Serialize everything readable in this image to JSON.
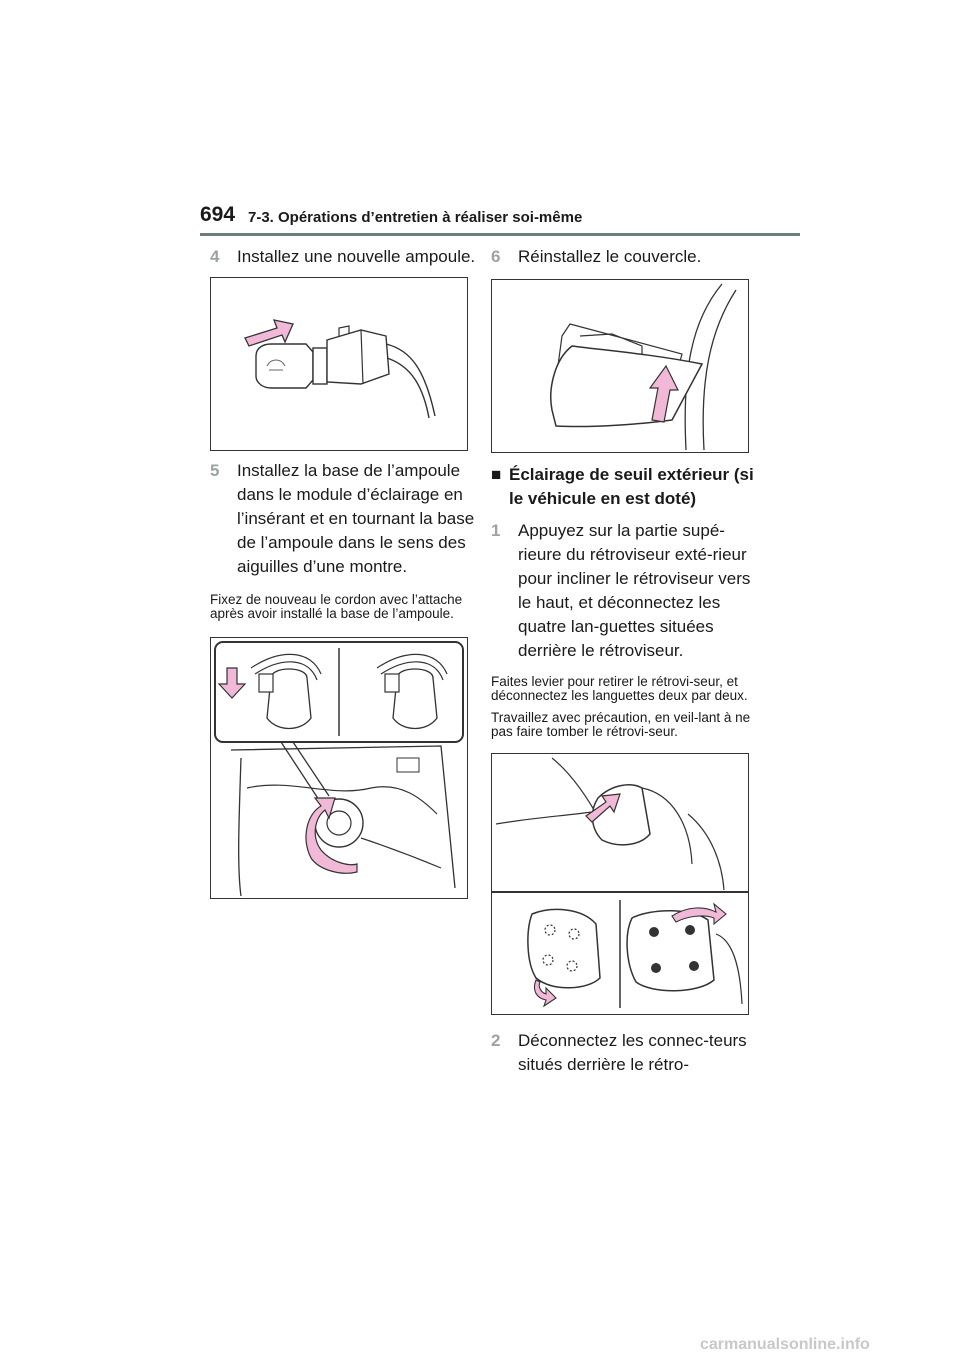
{
  "header": {
    "page_number": "694",
    "section_title": "7-3. Opérations d’entretien à réaliser soi-même"
  },
  "left": {
    "step4": {
      "num": "4",
      "text": "Installez une nouvelle ampoule."
    },
    "step5": {
      "num": "5",
      "text": "Installez la base de l’ampoule dans le module d’éclairage en l’insérant et en tournant la base de l’ampoule dans le sens des aiguilles d’une montre."
    },
    "note": "Fixez de nouveau le cordon avec l’attache après avoir installé la base de l’ampoule."
  },
  "right": {
    "step6": {
      "num": "6",
      "text": "Réinstallez le couvercle."
    },
    "heading": {
      "bullet": "■",
      "text": "Éclairage de seuil extérieur (si le véhicule en est doté)"
    },
    "step1": {
      "num": "1",
      "text": "Appuyez sur la partie supé-rieure du rétroviseur exté-rieur pour incliner le rétroviseur vers le haut, et déconnectez les quatre lan-guettes situées derrière le rétroviseur."
    },
    "note1": "Faites levier pour retirer le rétrovi-seur, et déconnectez les languettes deux par deux.",
    "note2": "Travaillez avec précaution, en veil-lant à ne pas faire tomber le rétrovi-seur.",
    "step2": {
      "num": "2",
      "text": "Déconnectez les connec-teurs situés derrière le rétro-"
    }
  },
  "watermark": "carmanualsonline.info",
  "colors": {
    "arrow": "#f2b8d8",
    "rule": "#6e7d7d",
    "step_number": "#9aa4a4"
  }
}
